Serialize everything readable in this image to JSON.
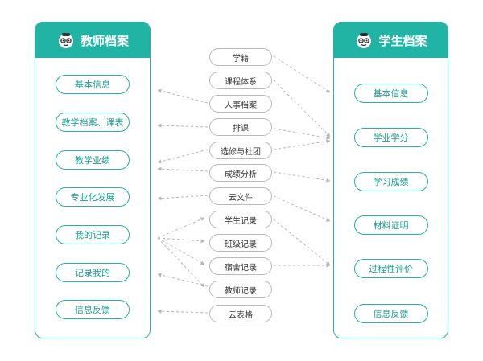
{
  "teacher": {
    "title": "教师档案",
    "icon": "robot-avatar-icon",
    "items": [
      "基本信息",
      "教学档案、课表",
      "教学业绩",
      "专业化发展",
      "我的记录",
      "记录我的",
      "信息反馈"
    ]
  },
  "student": {
    "title": "学生档案",
    "icon": "robot-avatar-icon",
    "items": [
      "基本信息",
      "学业学分",
      "学习成绩",
      "材料证明",
      "过程性评价",
      "信息反馈"
    ]
  },
  "middle": {
    "items": [
      "学籍",
      "课程体系",
      "人事档案",
      "排课",
      "选修与社团",
      "成绩分析",
      "云文件",
      "学生记录",
      "班级记录",
      "宿舍记录",
      "教师记录",
      "云表格"
    ]
  },
  "colors": {
    "accent": "#21b3a4",
    "connector": "#b5b5b5",
    "middle_border": "#b9b9b9"
  }
}
